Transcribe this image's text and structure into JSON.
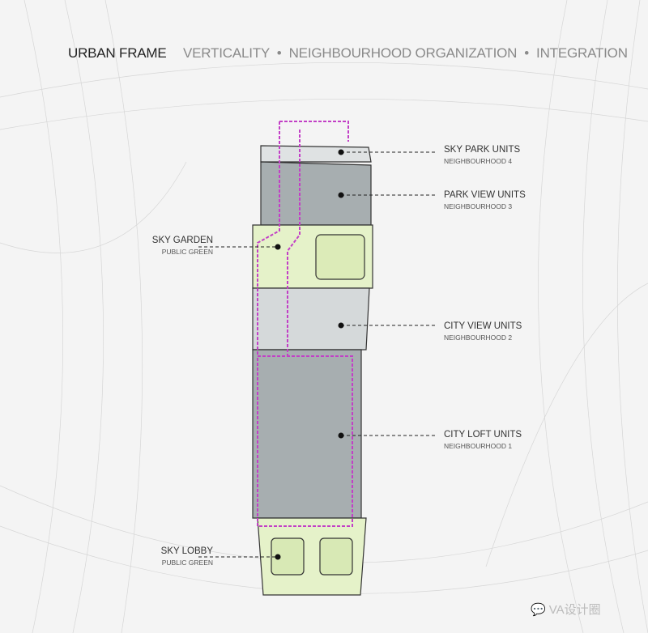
{
  "header": {
    "title": "URBAN FRAME",
    "subtitle": "VERTICALITY  •  NEIGHBOURHOOD ORGANIZATION  •  INTEGRATION"
  },
  "labels": [
    {
      "title": "SKY PARK UNITS",
      "sub": "NEIGHBOURHOOD 4"
    },
    {
      "title": "PARK VIEW UNITS",
      "sub": "NEIGHBOURHOOD 3"
    },
    {
      "title": "SKY GARDEN",
      "sub": "PUBLIC GREEN"
    },
    {
      "title": "CITY VIEW UNITS",
      "sub": "NEIGHBOURHOOD 2"
    },
    {
      "title": "CITY LOFT UNITS",
      "sub": "NEIGHBOURHOOD 1"
    },
    {
      "title": "SKY LOBBY",
      "sub": "PUBLIC GREEN"
    }
  ],
  "watermark": {
    "text": "VA设计圈",
    "icon": "wechat-icon"
  },
  "colors": {
    "green": "#e5f2c9",
    "gray_dark": "#a7aeb0",
    "gray_light": "#d5d9da",
    "circulation": "#c23fc6"
  }
}
